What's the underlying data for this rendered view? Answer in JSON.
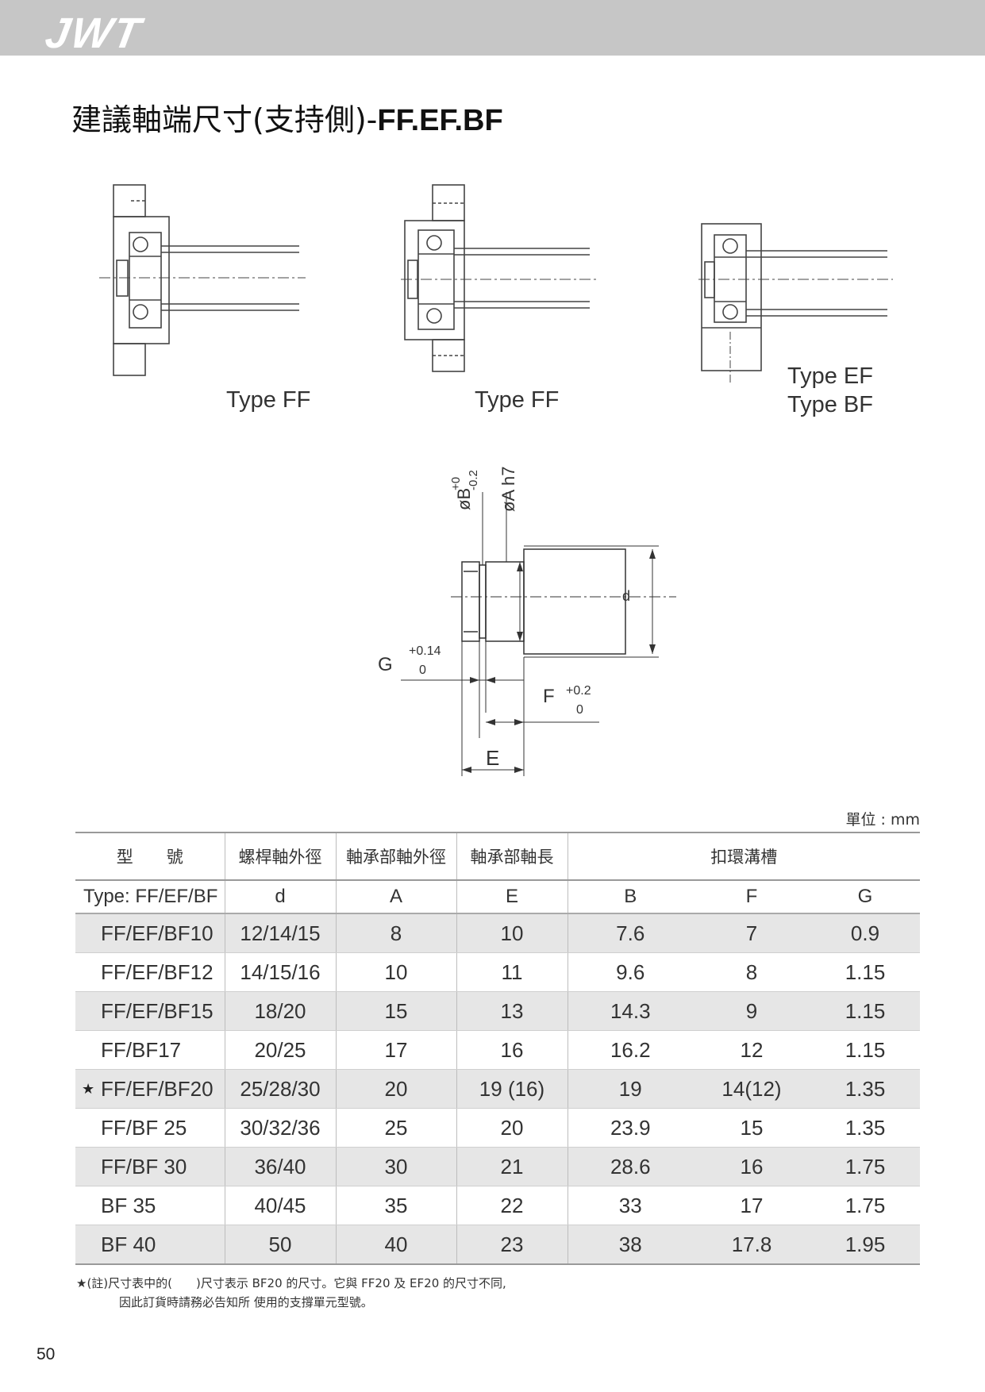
{
  "header": {
    "logo": "JWT"
  },
  "title": {
    "cjk": "建議軸端尺寸(支持側)-",
    "latin": "FF.EF.BF"
  },
  "diagrams": {
    "labels": {
      "ff_left": "Type FF",
      "ff_mid": "Type FF",
      "ef": "Type EF",
      "bf": "Type BF"
    }
  },
  "dimension_drawing": {
    "phiB": "øB",
    "B_tol_upper": "+0",
    "B_tol_lower": "-0.2",
    "phiA": "øA h7",
    "d": "d",
    "G": "G",
    "G_tol_upper": "+0.14",
    "G_tol_lower": "0",
    "F": "F",
    "F_tol_upper": "+0.2",
    "F_tol_lower": "0",
    "E": "E"
  },
  "table": {
    "unit": "單位 : mm",
    "header": {
      "model": "型　　號",
      "d": "螺桿軸外徑",
      "a": "軸承部軸外徑",
      "e": "軸承部軸長",
      "ring": "扣環溝槽"
    },
    "subheader": {
      "model": "Type: FF/EF/BF",
      "d": "d",
      "a": "A",
      "e": "E",
      "b": "B",
      "f": "F",
      "g": "G"
    },
    "rows": [
      {
        "model": "FF/EF/BF10",
        "d": "12/14/15",
        "a": "8",
        "e": "10",
        "b": "7.6",
        "f": "7",
        "g": "0.9"
      },
      {
        "model": "FF/EF/BF12",
        "d": "14/15/16",
        "a": "10",
        "e": "11",
        "b": "9.6",
        "f": "8",
        "g": "1.15"
      },
      {
        "model": "FF/EF/BF15",
        "d": "18/20",
        "a": "15",
        "e": "13",
        "b": "14.3",
        "f": "9",
        "g": "1.15"
      },
      {
        "model": "FF/BF17",
        "d": "20/25",
        "a": "17",
        "e": "16",
        "b": "16.2",
        "f": "12",
        "g": "1.15"
      },
      {
        "model": "FF/EF/BF20",
        "d": "25/28/30",
        "a": "20",
        "e": "19 (16)",
        "b": "19",
        "f": "14(12)",
        "g": "1.35"
      },
      {
        "model": "FF/BF 25",
        "d": "30/32/36",
        "a": "25",
        "e": "20",
        "b": "23.9",
        "f": "15",
        "g": "1.35"
      },
      {
        "model": "FF/BF 30",
        "d": "36/40",
        "a": "30",
        "e": "21",
        "b": "28.6",
        "f": "16",
        "g": "1.75"
      },
      {
        "model": "BF 35",
        "d": "40/45",
        "a": "35",
        "e": "22",
        "b": "33",
        "f": "17",
        "g": "1.75"
      },
      {
        "model": "BF 40",
        "d": "50",
        "a": "40",
        "e": "23",
        "b": "38",
        "f": "17.8",
        "g": "1.95"
      }
    ],
    "star_symbol": "★"
  },
  "note": {
    "line1": "★(註)尺寸表中的(　　)尺寸表示 BF20 的尺寸。它與 FF20 及 EF20 的尺寸不同,",
    "line2": "因此訂貨時請務必告知所 使用的支撐單元型號。"
  },
  "page_number": "50"
}
